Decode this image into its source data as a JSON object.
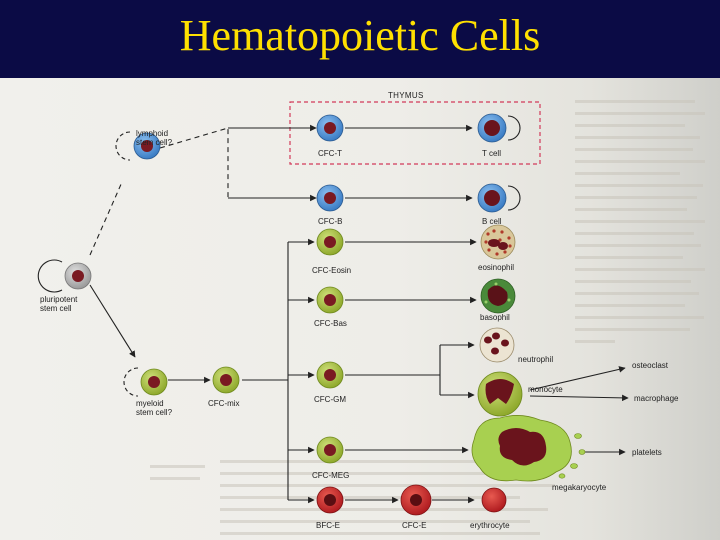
{
  "title": "Hematopoietic Cells",
  "labels": {
    "thymus": "THYMUS",
    "lymphoid_stem": [
      "lymphoid",
      "stem cell?"
    ],
    "pluripotent": [
      "pluripotent",
      "stem cell"
    ],
    "myeloid_stem": [
      "myeloid",
      "stem cell?"
    ],
    "cfc_mix": "CFC-mix",
    "cfc_t": "CFC-T",
    "cfc_b": "CFC-B",
    "cfc_eosin": "CFC-Eosin",
    "cfc_bas": "CFC-Bas",
    "cfc_gm": "CFC-GM",
    "cfc_meg": "CFC-MEG",
    "bfc_e": "BFC-E",
    "cfc_e": "CFC-E",
    "t_cell": "T cell",
    "b_cell": "B cell",
    "eosinophil": "eosinophil",
    "basophil": "basophil",
    "neutrophil": "neutrophil",
    "monocyte": "monocyte",
    "megakaryocyte": "megakaryocyte",
    "erythrocyte": "erythrocyte",
    "osteoclast": "osteoclast",
    "macrophage": "macrophage",
    "platelets": "platelets"
  },
  "colors": {
    "lymphoid_cell": "#4a90d6",
    "myeloid_cell": "#a4bd3a",
    "erythroid_cell": "#c8282a",
    "nucleus": "#7a1a22",
    "thymus_box": "#d23a5a"
  }
}
